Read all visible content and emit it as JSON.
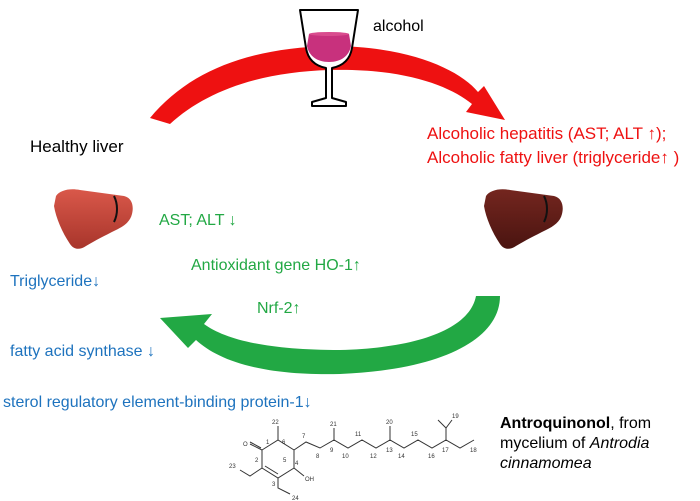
{
  "title_alcohol": "alcohol",
  "healthy_label": "Healthy liver",
  "disease_effects": [
    "Alcoholic hepatitis (AST; ALT ↑);",
    "Alcoholic fatty liver (triglyceride↑ )"
  ],
  "green_effects": {
    "ast_alt": "AST; ALT ↓",
    "antioxidant": "Antioxidant gene HO-1↑",
    "nrf2": "Nrf-2↑"
  },
  "blue_effects": {
    "triglyceride": "Triglyceride↓",
    "fas": "fatty acid synthase ↓",
    "srebp": "sterol regulatory element-binding protein-1↓"
  },
  "compound": {
    "name": "Antroquinonol",
    "line1_rest": ", from",
    "line2": "mycelium of ",
    "line2_italic": "Antrodia",
    "line3_italic": "cinnamomea"
  },
  "structure_labels": {
    "oxygen_lower": "O",
    "hydroxyl": "OH",
    "atom_numbers": [
      "22",
      "1",
      "6",
      "7",
      "21",
      "11",
      "20",
      "15",
      "19",
      "5",
      "8",
      "9",
      "10",
      "13",
      "12",
      "14",
      "16",
      "17",
      "18",
      "2",
      "4",
      "3",
      "23",
      "24"
    ]
  },
  "colors": {
    "red_arrow": "#ee1111",
    "green_arrow": "#22a844",
    "disease_text": "#ee1111",
    "restore_text": "#22a844",
    "lipid_text": "#1e73be",
    "healthy_liver": "#c8463a",
    "damaged_liver": "#5a1a16",
    "wine": "#c8317d"
  },
  "icons": [
    "wine-glass-icon",
    "healthy-liver-icon",
    "damaged-liver-icon",
    "red-curved-arrow-icon",
    "green-curved-arrow-icon"
  ]
}
